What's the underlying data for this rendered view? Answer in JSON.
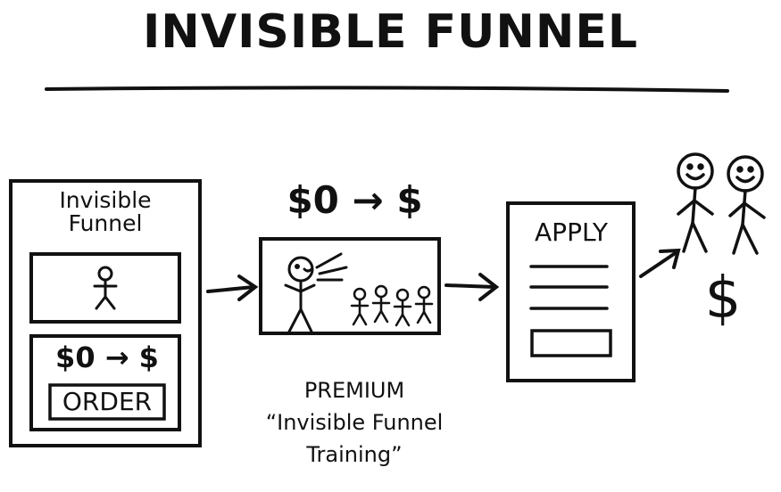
{
  "title": "INVISIBLE FUNNEL",
  "box1": {
    "heading_line1": "Invisible",
    "heading_line2": "Funnel",
    "price": "$0 → $",
    "order_button": "ORDER"
  },
  "premium": {
    "price_flow": "$0 → $",
    "caption_line1": "PREMIUM",
    "caption_line2": "“Invisible Funnel",
    "caption_line3": "Training”"
  },
  "apply_form": {
    "label": "APPLY"
  },
  "result": {
    "money": "$"
  }
}
